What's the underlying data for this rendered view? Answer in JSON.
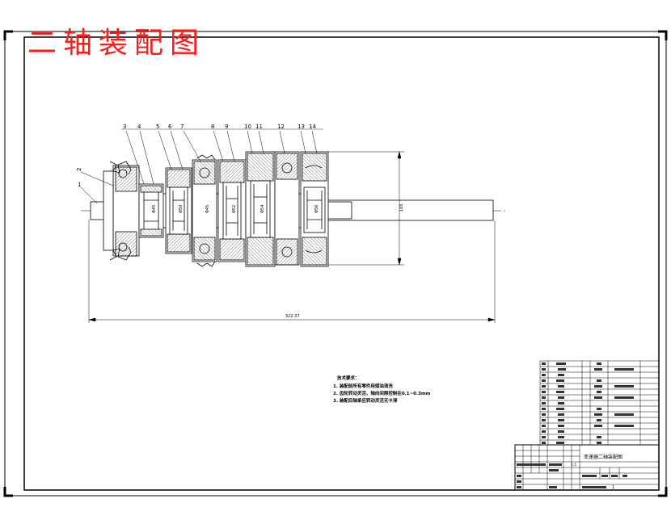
{
  "title": "二轴装配图",
  "balloons": [
    "1",
    "2",
    "3",
    "4",
    "5",
    "6",
    "7",
    "8",
    "9",
    "10",
    "11",
    "12",
    "13",
    "14"
  ],
  "dimensions": {
    "overall_length": "322.37",
    "height": "165"
  },
  "diameters": [
    "Φ45",
    "Φ50",
    "Φ52",
    "Φ54",
    "Φ56",
    "Φ45"
  ],
  "tech_requirements": {
    "heading": "技术要求：",
    "items": [
      "1. 装配前所有零件用煤油清洗",
      "2. 齿轮转动灵活，轴向间隙控制在0.1~0.3mm",
      "3. 装配后轴承应转动灵活无卡滞"
    ]
  },
  "title_block": {
    "drawing_name": "变速器二轴装配图",
    "scale": "1:1",
    "sheet": "1"
  },
  "colors": {
    "title": "#ff1a1a",
    "line": "#000000",
    "hatch": "#555555"
  }
}
